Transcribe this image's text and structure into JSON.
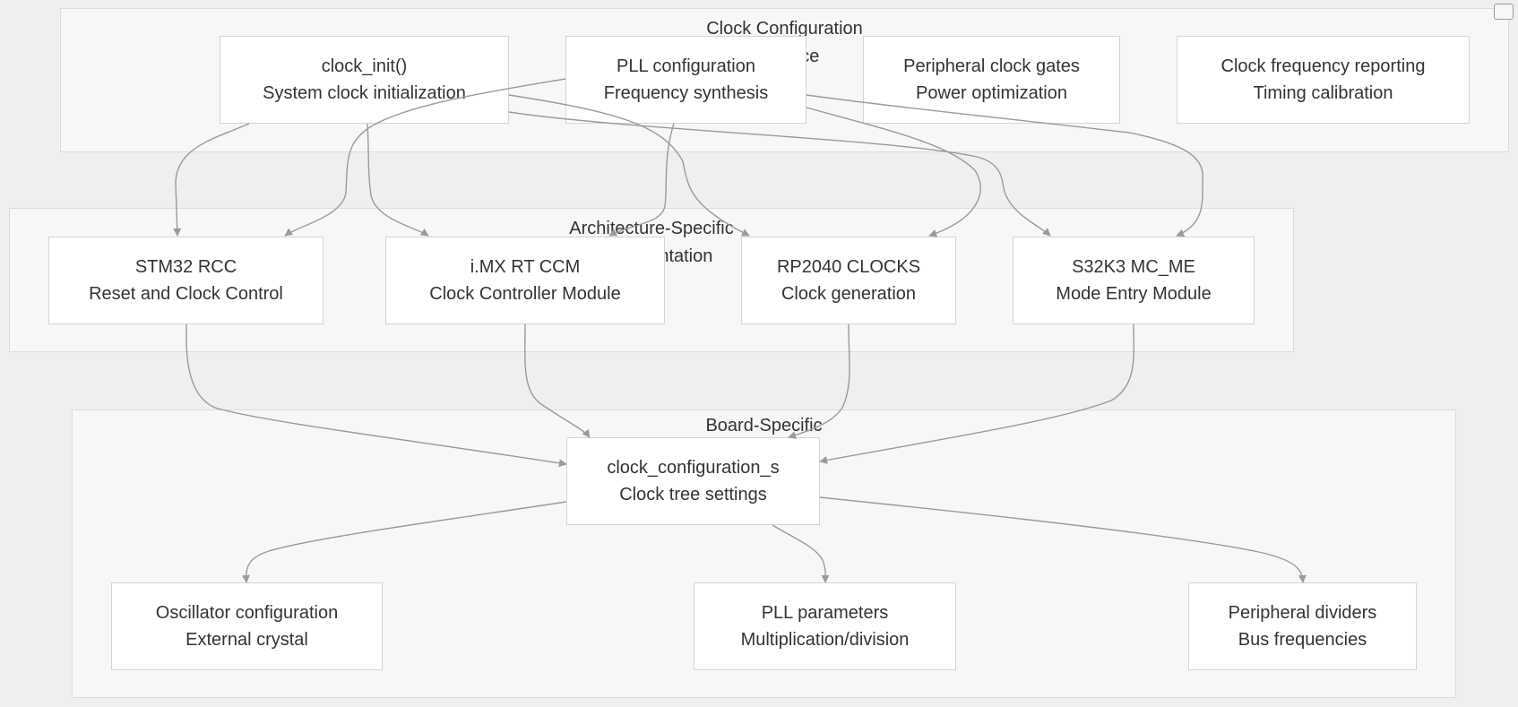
{
  "clusters": {
    "interface": {
      "title": "Clock Configuration\nInterface"
    },
    "arch": {
      "title": "Architecture-Specific\nImplementation"
    },
    "board": {
      "title": "Board-Specific\nConfiguration"
    }
  },
  "nodes": {
    "clock_init": {
      "line1": "clock_init()",
      "line2": "System clock initialization"
    },
    "pll_config": {
      "line1": "PLL configuration",
      "line2": "Frequency synthesis"
    },
    "periph_gates": {
      "line1": "Peripheral clock gates",
      "line2": "Power optimization"
    },
    "freq_report": {
      "line1": "Clock frequency reporting",
      "line2": "Timing calibration"
    },
    "stm32": {
      "line1": "STM32 RCC",
      "line2": "Reset and Clock Control"
    },
    "imxrt": {
      "line1": "i.MX RT CCM",
      "line2": "Clock Controller Module"
    },
    "rp2040": {
      "line1": "RP2040 CLOCKS",
      "line2": "Clock generation"
    },
    "s32k3": {
      "line1": "S32K3 MC_ME",
      "line2": "Mode Entry Module"
    },
    "clock_cfg": {
      "line1": "clock_configuration_s",
      "line2": "Clock tree settings"
    },
    "oscillator": {
      "line1": "Oscillator configuration",
      "line2": "External crystal"
    },
    "pll_params": {
      "line1": "PLL parameters",
      "line2": "Multiplication/division"
    },
    "periph_div": {
      "line1": "Peripheral dividers",
      "line2": "Bus frequencies"
    }
  },
  "colors": {
    "background": "#f0efee",
    "cluster_fill": "#f7f7f7",
    "node_fill": "#ffffff",
    "edge": "#9a9a9a",
    "text": "#333333"
  }
}
